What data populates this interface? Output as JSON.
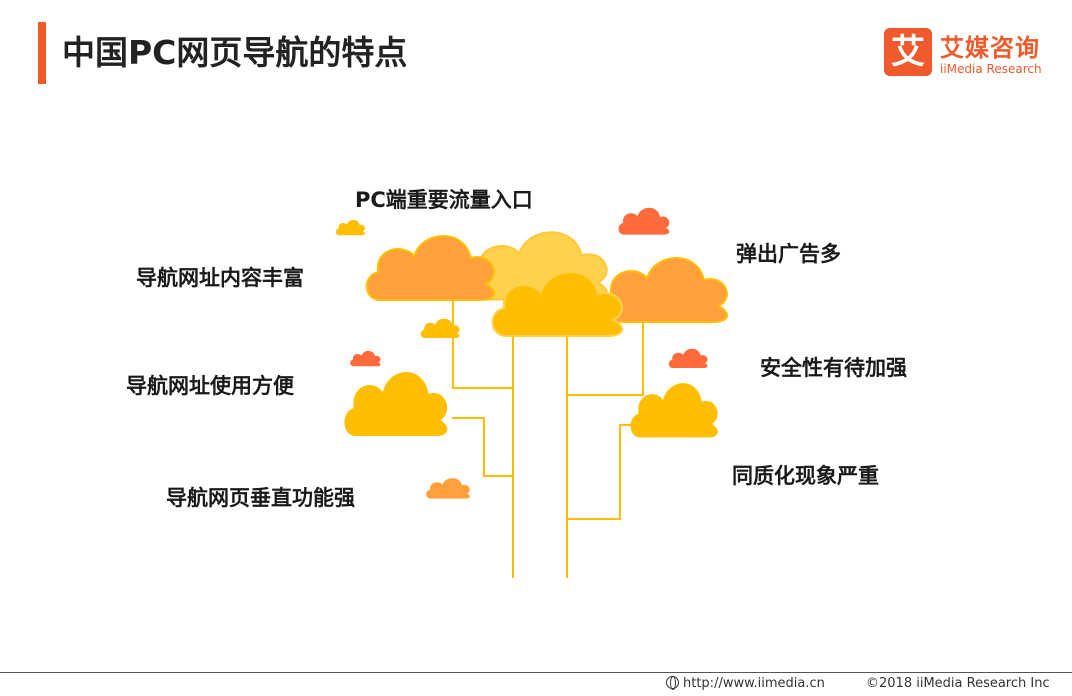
{
  "header": {
    "title": "中国PC网页导航的特点"
  },
  "logo": {
    "mark": "艾",
    "name_cn": "艾媒咨询",
    "name_en": "iiMedia Research"
  },
  "features": [
    "PC端重要流量入口",
    "导航网址内容丰富",
    "弹出广告多",
    "导航网址使用方便",
    "安全性有待加强",
    "导航网页垂直功能强",
    "同质化现象严重"
  ],
  "footer": {
    "url": "http://www.iimedia.cn",
    "copyright": "©2018  iiMedia Research  Inc"
  },
  "colors": {
    "accent": "#f05a28",
    "cloud_light": "#ffd24d",
    "cloud_orange": "#ffa03c",
    "cloud_yellow": "#ffbf00",
    "cloud_red": "#ff6b3d",
    "line": "#ffbf00"
  }
}
